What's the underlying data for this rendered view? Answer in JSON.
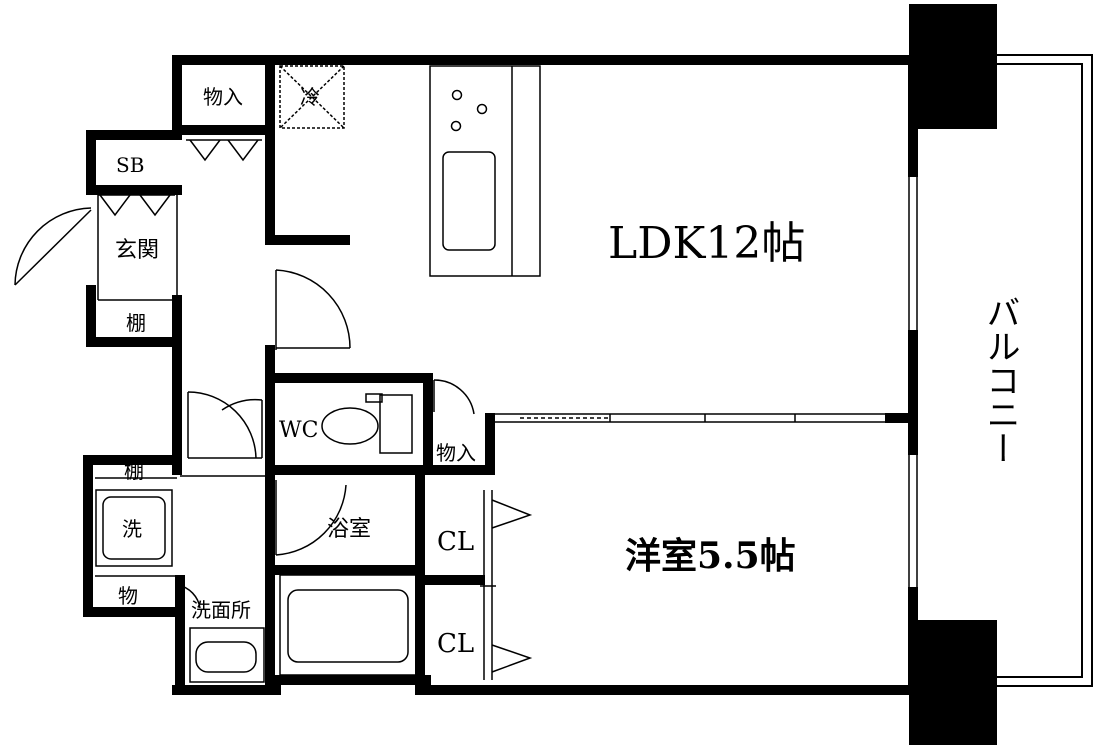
{
  "rooms": {
    "ldk": "LDK12帖",
    "western": "洋室5.5帖",
    "balcony": "バルコニー",
    "entrance": "玄関",
    "shoe_box": "SB",
    "shelf_top": "棚",
    "shelf_mid": "棚",
    "storage_top": "物入",
    "storage_mid": "物入",
    "storage_small": "物",
    "fridge": "冷",
    "wc": "WC",
    "bath": "浴室",
    "closet_1": "CL",
    "closet_2": "CL",
    "washer": "洗",
    "washroom": "洗面所"
  },
  "colors": {
    "wall": "#000000",
    "background": "#ffffff"
  }
}
